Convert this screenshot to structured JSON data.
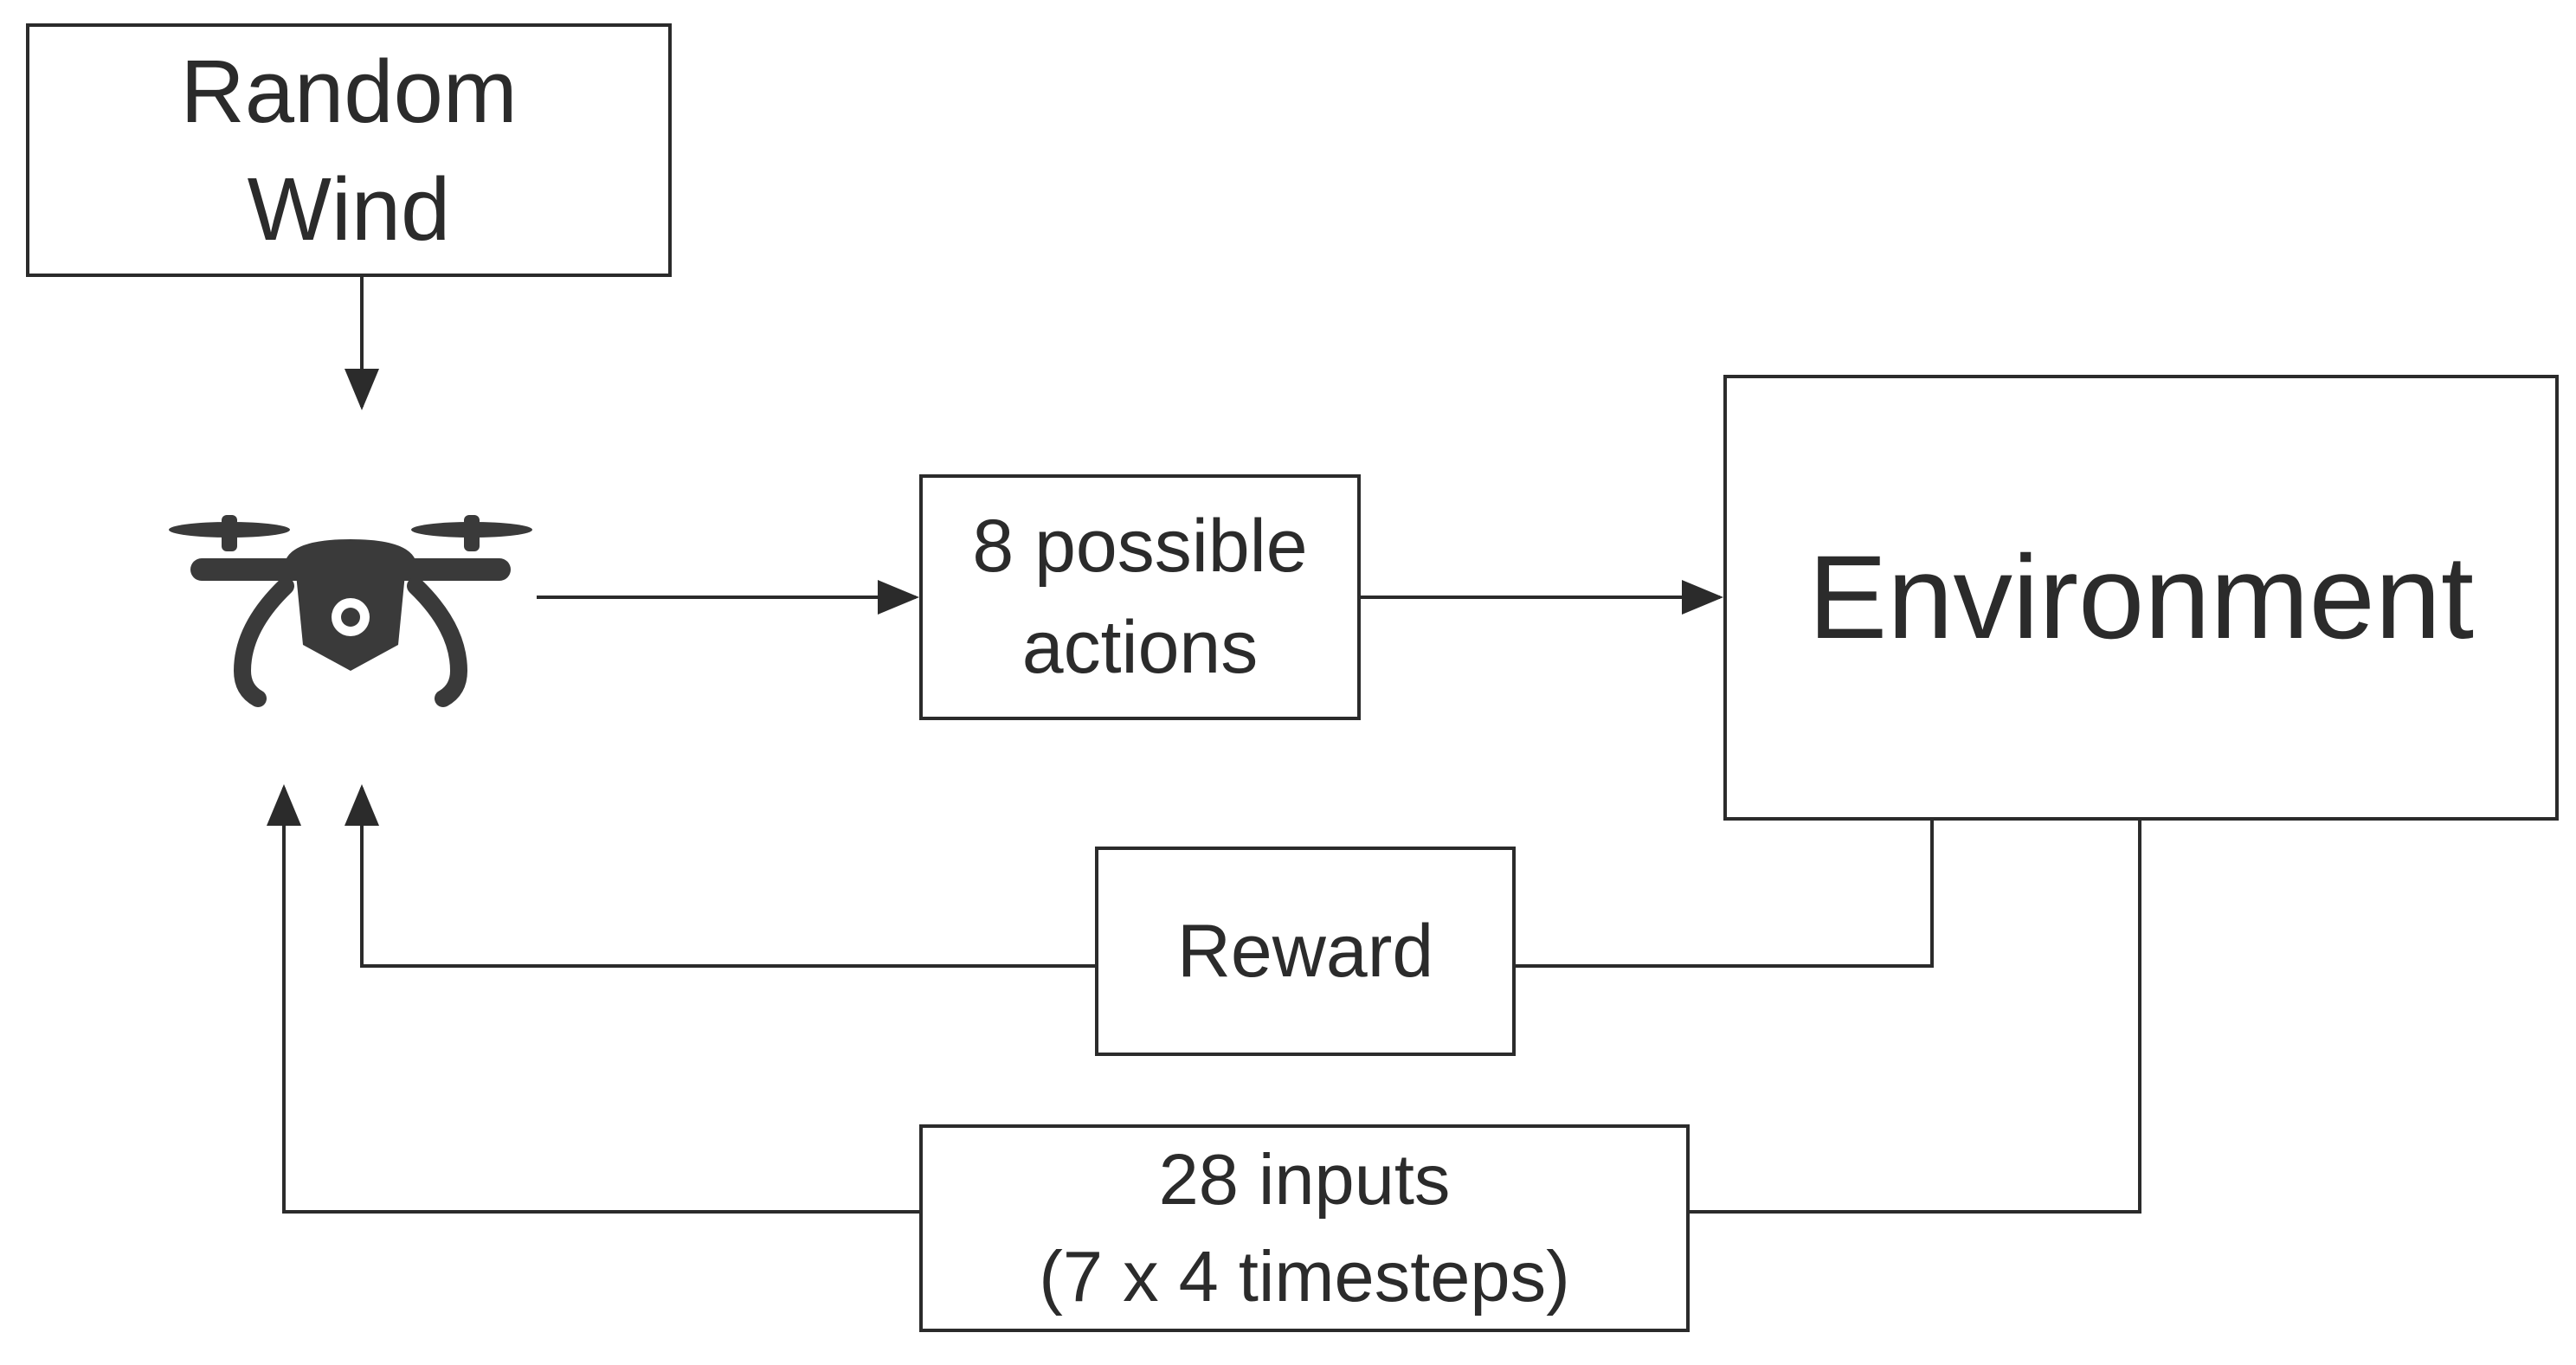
{
  "diagram": {
    "nodes": {
      "random_wind": {
        "line1": "Random",
        "line2": "Wind"
      },
      "actions": {
        "line1": "8 possible",
        "line2": "actions"
      },
      "environment": {
        "label": "Environment"
      },
      "reward": {
        "label": "Reward"
      },
      "inputs": {
        "line1": "28 inputs",
        "line2": "(7 x 4 timesteps)"
      }
    },
    "icons": {
      "agent": "drone-icon"
    },
    "edges": [
      {
        "from": "random_wind",
        "to": "drone"
      },
      {
        "from": "drone",
        "to": "actions"
      },
      {
        "from": "actions",
        "to": "environment"
      },
      {
        "from": "environment",
        "to": "reward"
      },
      {
        "from": "reward",
        "to": "drone"
      },
      {
        "from": "environment",
        "to": "inputs"
      },
      {
        "from": "inputs",
        "to": "drone"
      }
    ],
    "colors": {
      "stroke": "#2b2b2b",
      "drone": "#3a3a3a"
    }
  }
}
